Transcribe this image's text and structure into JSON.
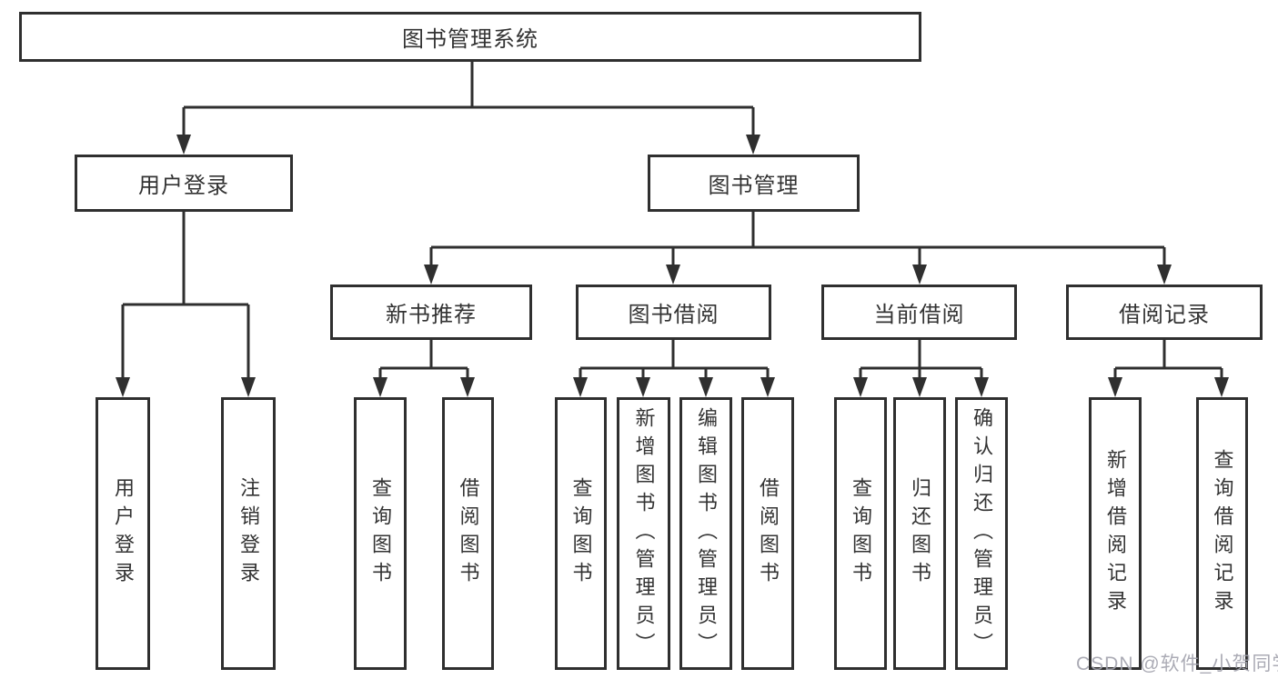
{
  "diagram": {
    "title": "图书管理系统",
    "level1": [
      {
        "label": "用户登录"
      },
      {
        "label": "图书管理"
      }
    ],
    "level2": [
      {
        "label": "新书推荐",
        "parent": "图书管理"
      },
      {
        "label": "图书借阅",
        "parent": "图书管理"
      },
      {
        "label": "当前借阅",
        "parent": "图书管理"
      },
      {
        "label": "借阅记录",
        "parent": "图书管理"
      }
    ],
    "leaves": [
      {
        "label": "用户登录",
        "parent": "用户登录"
      },
      {
        "label": "注销登录",
        "parent": "用户登录"
      },
      {
        "label": "查询图书",
        "parent": "新书推荐"
      },
      {
        "label": "借阅图书",
        "parent": "新书推荐"
      },
      {
        "label": "查询图书",
        "parent": "图书借阅"
      },
      {
        "label": "新增图书（管理员）",
        "parent": "图书借阅"
      },
      {
        "label": "编辑图书（管理员）",
        "parent": "图书借阅"
      },
      {
        "label": "借阅图书",
        "parent": "图书借阅"
      },
      {
        "label": "查询图书",
        "parent": "当前借阅"
      },
      {
        "label": "归还图书",
        "parent": "当前借阅"
      },
      {
        "label": "确认归还（管理员）",
        "parent": "当前借阅"
      },
      {
        "label": "新增借阅记录",
        "parent": "借阅记录"
      },
      {
        "label": "查询借阅记录",
        "parent": "借阅记录"
      }
    ],
    "watermark": "CSDN @软件_小贺同学",
    "colors": {
      "line": "#2f2f2f",
      "text": "#333333",
      "box_fill": "#ffffff",
      "background": "#ffffff",
      "watermark": "#a2a3ad"
    }
  }
}
